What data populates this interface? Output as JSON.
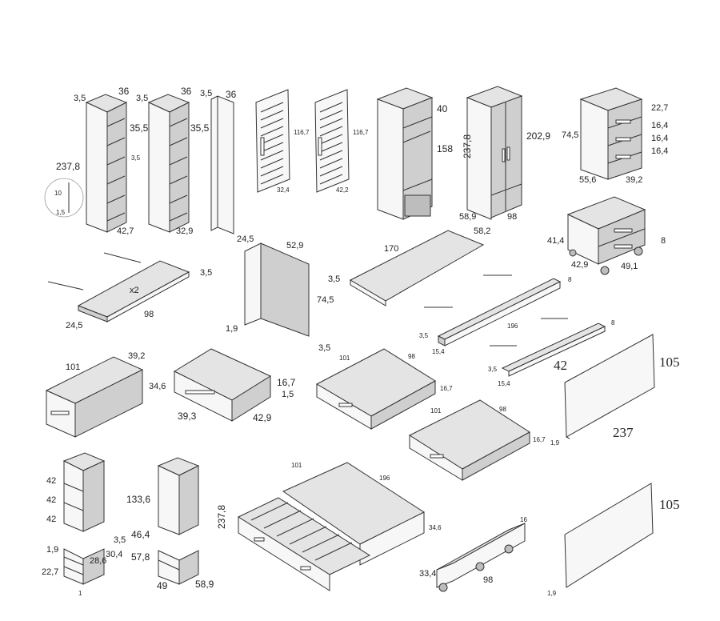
{
  "labels": {
    "shelf1_a": "3,5",
    "shelf1_b": "36",
    "shelf1_c": "35,5",
    "shelf1_d": "3,5",
    "shelf1_e": "237,8",
    "shelf1_f": "42,7",
    "detail_a": "10",
    "detail_b": "1,5",
    "shelf2_a": "3,5",
    "shelf2_b": "36",
    "shelf2_c": "35,5",
    "shelf2_d": "32,9",
    "panel_a": "3,5",
    "panel_b": "36",
    "door1_a": "116,7",
    "door1_b": "32,4",
    "door2_a": "116,7",
    "door2_b": "42,2",
    "wardrobe1_a": "40",
    "wardrobe1_b": "158",
    "wardrobe2_a": "237,8",
    "wardrobe2_b": "202,9",
    "wardrobe2_c": "58,9",
    "wardrobe2_d": "98",
    "wardrobe2_e": "58,2",
    "drawers_a": "74,5",
    "drawers_b": "22,7",
    "drawers_c": "16,4",
    "drawers_d": "16,4",
    "drawers_e": "16,4",
    "drawers_f": "55,6",
    "drawers_g": "39,2",
    "caddy_a": "41,4",
    "caddy_b": "8",
    "caddy_c": "42,9",
    "caddy_d": "49,1",
    "board1_a": "3,5",
    "board1_b": "x2",
    "board1_c": "24,5",
    "board1_d": "98",
    "lpanel_a": "24,5",
    "lpanel_b": "52,9",
    "lpanel_c": "74,5",
    "lpanel_d": "1,9",
    "lpanel_e": "3,5",
    "top170_a": "170",
    "top170_b": "3,5",
    "rail1_a": "8",
    "rail1_b": "3,5",
    "rail1_c": "196",
    "rail1_d": "15,4",
    "rail2_a": "8",
    "rail2_b": "3,5",
    "rail2_c": "15,4",
    "rail2_d": "42",
    "box1_a": "101",
    "box1_b": "39,2",
    "box1_c": "34,6",
    "box2_a": "16,7",
    "box2_b": "1,5",
    "box2_c": "39,3",
    "box2_d": "42,9",
    "drawer3_a": "101",
    "drawer3_b": "98",
    "drawer3_c": "16,7",
    "drawer4_a": "101",
    "drawer4_b": "98",
    "drawer4_c": "16,7",
    "board105_a": "105",
    "board105_b": "237",
    "board105_c": "1,9",
    "open_a": "42",
    "open_b": "42",
    "open_c": "42",
    "open_d": "1,9",
    "open_e": "3,5",
    "open_f": "30,4",
    "open_g": "28,6",
    "open_h": "22,7",
    "open_i": "1",
    "closed_a": "133,6",
    "closed_b": "46,4",
    "closed_c": "57,8",
    "closed_d": "237,8",
    "closed_e": "49",
    "closed_f": "58,9",
    "bed_a": "101",
    "bed_b": "196",
    "bed_c": "34,6",
    "base_a": "16",
    "base_b": "33,4",
    "base_c": "98",
    "board105b_a": "105",
    "board105b_b": "1,9"
  }
}
